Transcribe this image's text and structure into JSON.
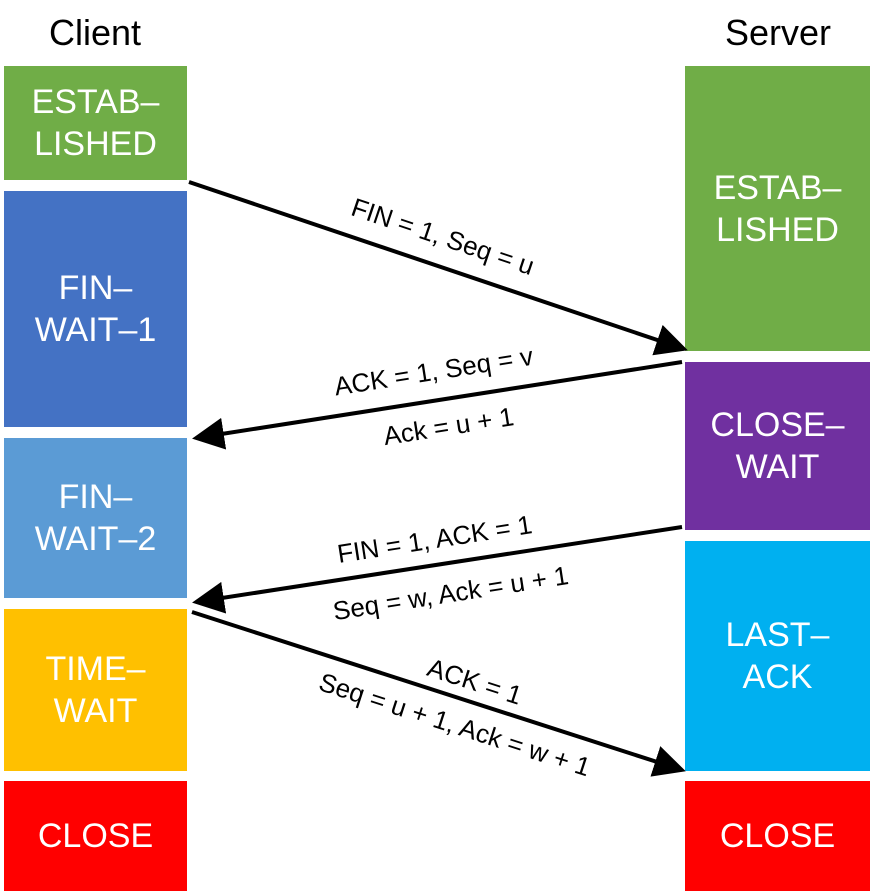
{
  "headers": {
    "client": "Client",
    "server": "Server"
  },
  "client_states": [
    {
      "lines": [
        "ESTAB–",
        "LISHED"
      ],
      "color": "#70ad47"
    },
    {
      "lines": [
        "FIN–",
        "WAIT–1"
      ],
      "color": "#4472c4"
    },
    {
      "lines": [
        "FIN–",
        "WAIT–2"
      ],
      "color": "#5b9bd5"
    },
    {
      "lines": [
        "TIME–",
        "WAIT"
      ],
      "color": "#ffc000"
    },
    {
      "lines": [
        "CLOSE"
      ],
      "color": "#ff0000"
    }
  ],
  "server_states": [
    {
      "lines": [
        "ESTAB–",
        "LISHED"
      ],
      "color": "#70ad47"
    },
    {
      "lines": [
        "CLOSE–",
        "WAIT"
      ],
      "color": "#7030a0"
    },
    {
      "lines": [
        "LAST–",
        "ACK"
      ],
      "color": "#00b0f0"
    },
    {
      "lines": [
        "CLOSE"
      ],
      "color": "#ff0000"
    }
  ],
  "messages": [
    {
      "direction": "client-to-server",
      "line1": "FIN = 1,   Seq = u",
      "line2": ""
    },
    {
      "direction": "server-to-client",
      "line1": "ACK = 1,    Seq = v",
      "line2": "Ack = u + 1"
    },
    {
      "direction": "server-to-client",
      "line1": "FIN = 1,    ACK = 1",
      "line2": "Seq = w,   Ack = u + 1"
    },
    {
      "direction": "client-to-server",
      "line1": "ACK = 1",
      "line2": "Seq = u + 1,   Ack = w + 1"
    }
  ]
}
